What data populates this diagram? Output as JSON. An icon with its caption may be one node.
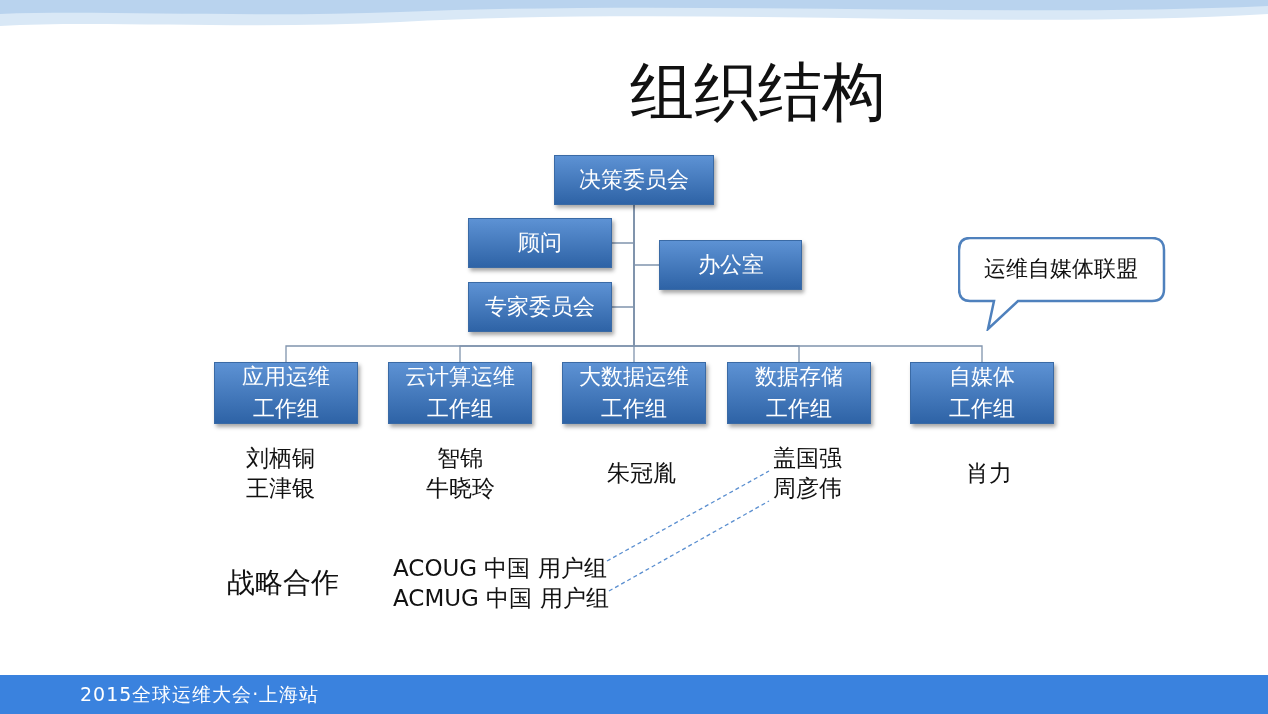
{
  "diagram": {
    "title": "组织结构",
    "nodes": [
      {
        "text": [
          "决策委员会"
        ]
      },
      {
        "text": [
          "顾问"
        ]
      },
      {
        "text": [
          "办公室"
        ]
      },
      {
        "text": [
          "专家委员会"
        ]
      },
      {
        "text": [
          "应用运维",
          "工作组"
        ]
      },
      {
        "text": [
          "云计算运维",
          "工作组"
        ]
      },
      {
        "text": [
          "大数据运维",
          "工作组"
        ]
      },
      {
        "text": [
          "数据存储",
          "工作组"
        ]
      },
      {
        "text": [
          "自媒体",
          "工作组"
        ]
      },
      {
        "text": [
          "运维自媒体联盟"
        ]
      },
      {
        "text": [
          "刘栖铜"
        ]
      },
      {
        "text": [
          "王津银"
        ]
      },
      {
        "text": [
          "智锦"
        ]
      },
      {
        "text": [
          "牛晓玲"
        ]
      },
      {
        "text": [
          "朱冠胤"
        ]
      },
      {
        "text": [
          "盖国强"
        ]
      },
      {
        "text": [
          "周彦伟"
        ]
      },
      {
        "text": [
          "肖力"
        ]
      },
      {
        "text": [
          "ACOUG 中国 用户组"
        ]
      },
      {
        "text": [
          "ACMUG 中国 用户组"
        ]
      }
    ],
    "edges": [
      {
        "from": 0,
        "to": 1,
        "arrow": "none"
      },
      {
        "from": 0,
        "to": 2,
        "arrow": "none"
      },
      {
        "from": 0,
        "to": 3,
        "arrow": "none"
      },
      {
        "from": 0,
        "to": 4,
        "arrow": "none"
      },
      {
        "from": 0,
        "to": 5,
        "arrow": "none"
      },
      {
        "from": 0,
        "to": 6,
        "arrow": "none"
      },
      {
        "from": 0,
        "to": 7,
        "arrow": "none"
      },
      {
        "from": 0,
        "to": 8,
        "arrow": "none"
      },
      {
        "from": 18,
        "to": 15,
        "arrow": "none",
        "style": "dashed",
        "color": "#5b8fd0"
      },
      {
        "from": 19,
        "to": 16,
        "arrow": "none",
        "style": "dashed",
        "color": "#5b8fd0"
      }
    ],
    "labels": [
      "战略合作",
      "2015全球运维大会·上海站"
    ]
  }
}
